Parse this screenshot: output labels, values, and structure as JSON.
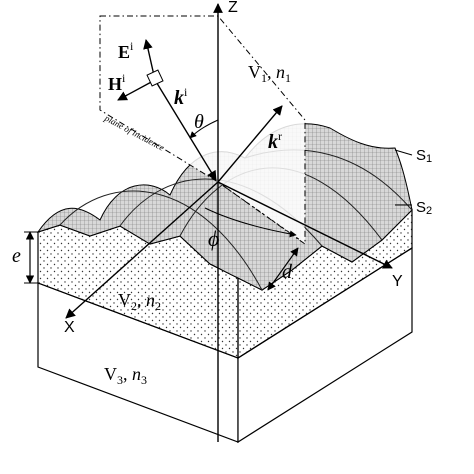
{
  "axes": {
    "z": "Z",
    "y": "Y",
    "x": "X"
  },
  "regions": {
    "v1": {
      "symbol": "V",
      "sub": "1",
      "index": "n",
      "index_sub": "1"
    },
    "v2": {
      "symbol": "V",
      "sub": "2",
      "index": "n",
      "index_sub": "2"
    },
    "v3": {
      "symbol": "V",
      "sub": "3",
      "index": "n",
      "index_sub": "3"
    }
  },
  "surfaces": {
    "s1": {
      "symbol": "S",
      "sub": "1"
    },
    "s2": {
      "symbol": "S",
      "sub": "2"
    }
  },
  "vectors": {
    "e_incident": {
      "symbol": "E",
      "sup": "i"
    },
    "h_incident": {
      "symbol": "H",
      "sup": "i"
    },
    "k_incident": {
      "symbol": "k",
      "sup": "i"
    },
    "k_reflected": {
      "symbol": "k",
      "sup": "r"
    }
  },
  "angles": {
    "theta": "θ",
    "phi": "ϕ"
  },
  "dimensions": {
    "e": "e",
    "d": "d"
  },
  "annotations": {
    "plane": "plane of incidence"
  }
}
